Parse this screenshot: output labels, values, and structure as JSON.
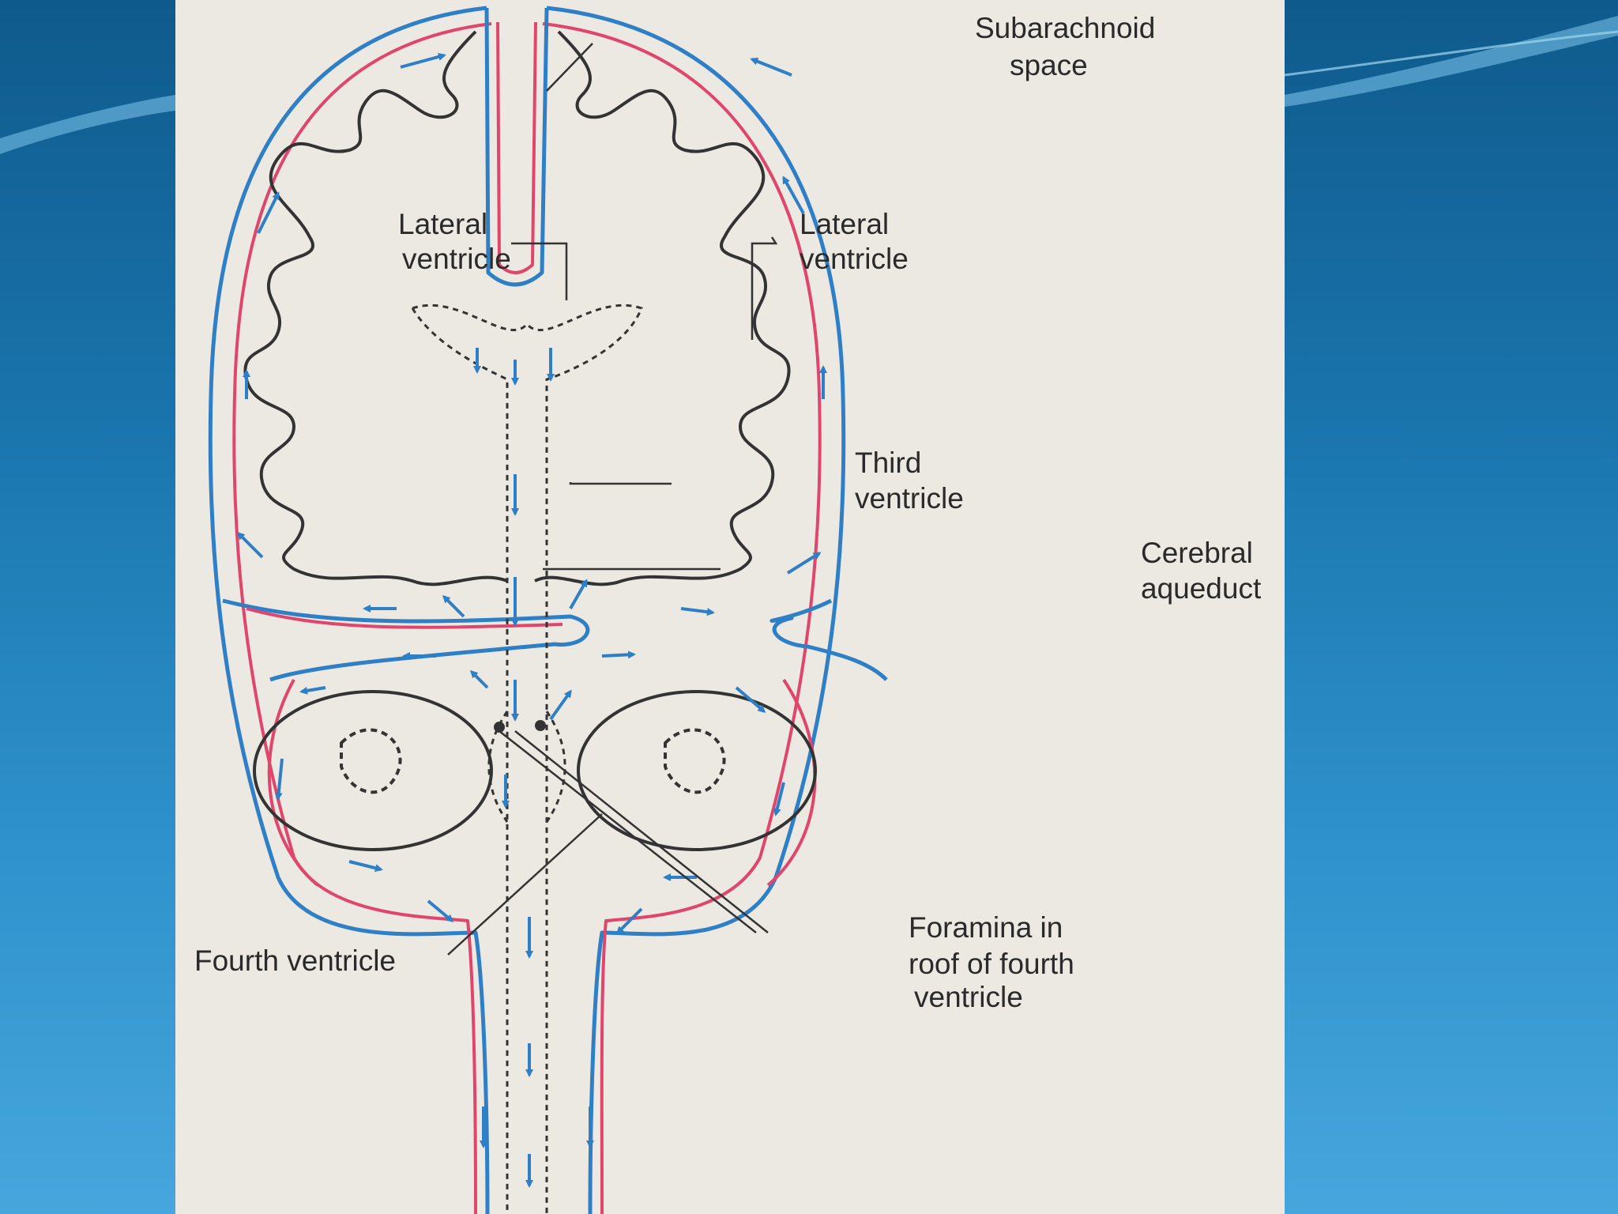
{
  "slide": {
    "background_color": "#1a75ad",
    "wave_color": "#7fc8ee"
  },
  "diagram": {
    "colors": {
      "dura": "#2f7fc6",
      "pia": "#e0466b",
      "flow_arrow": "#2f7fc6",
      "outline": "#333333",
      "paper": "#ebe9e2"
    },
    "labels": {
      "subarachnoid_line1": "Subarachnoid",
      "subarachnoid_line2": "space",
      "lateral_left_line1": "Lateral",
      "lateral_left_line2": "ventricle",
      "lateral_right_line1": "Lateral",
      "lateral_right_line2": "ventricle",
      "third_line1": "Third",
      "third_line2": "ventricle",
      "cerebral_line1": "Cerebral",
      "cerebral_line2": "aqueduct",
      "fourth": "Fourth ventricle",
      "foramina_line1": "Foramina in",
      "foramina_line2": "roof of fourth",
      "foramina_line3": "ventricle"
    }
  }
}
